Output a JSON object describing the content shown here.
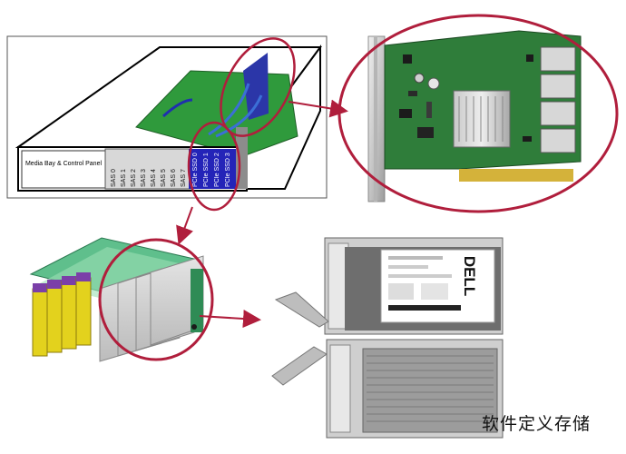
{
  "chassis": {
    "media_bay_label": "Media Bay & Control Panel",
    "sas_slots": [
      "SAS 0",
      "SAS 1",
      "SAS 2",
      "SAS 3",
      "SAS 4",
      "SAS 5",
      "SAS 6",
      "SAS 7"
    ],
    "pcie_slots": [
      "PCIe SSD 0",
      "PCIe SSD 1",
      "PCIe SSD 2",
      "PCIe SSD 3"
    ]
  },
  "ssd_label": {
    "brand": "DELL"
  },
  "colors": {
    "highlight_ring": "#b01e3c",
    "pcb_green": "#2f7d3a",
    "pcie_blue": "#2424b8",
    "drive_bay_yellow": "#e3d21d",
    "drive_bay_purple": "#7b3fa8"
  },
  "watermark": "软件定义存储"
}
